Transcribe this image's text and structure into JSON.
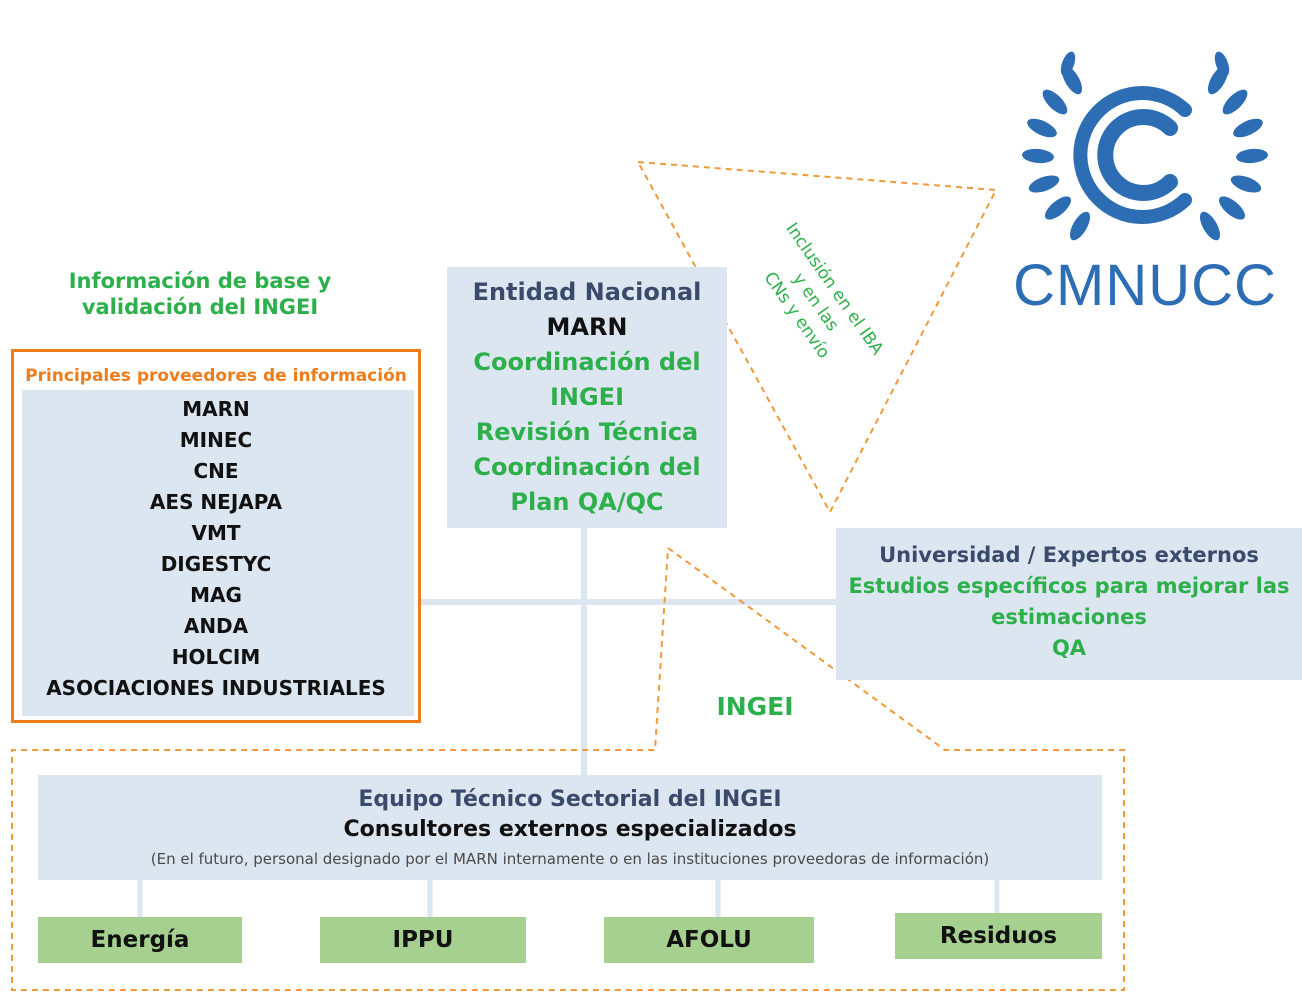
{
  "header_green": {
    "line1": "Información de base y",
    "line2": "validación del INGEI"
  },
  "providers": {
    "title": "Principales proveedores de información",
    "items": [
      "MARN",
      "MINEC",
      "CNE",
      "AES NEJAPA",
      "VMT",
      "DIGESTYC",
      "MAG",
      "ANDA",
      "HOLCIM",
      "ASOCIACIONES INDUSTRIALES"
    ]
  },
  "entity": {
    "line1": "Entidad Nacional",
    "line2": "MARN",
    "line3": "Coordinación del",
    "line4": "INGEI",
    "line5": "Revisión Técnica",
    "line6": "Coordinación del",
    "line7": "Plan QA/QC"
  },
  "triangle_label": {
    "line1": "Inclusión en el IBA",
    "line2": "y en las",
    "line3": "CNs y envío"
  },
  "logo": {
    "text": "CMNUCC",
    "color": "#2d6db3"
  },
  "university": {
    "line1": "Universidad / Expertos externos",
    "line2": "Estudios específicos para mejorar las",
    "line3": "estimaciones",
    "line4": "QA"
  },
  "ingei_label": "INGEI",
  "team": {
    "line1": "Equipo Técnico Sectorial del INGEI",
    "line2": "Consultores externos especializados",
    "note": "(En el futuro, personal designado por el MARN internamente o en las instituciones proveedoras de información)"
  },
  "sectors": [
    "Energía",
    "IPPU",
    "AFOLU",
    "Residuos"
  ],
  "colors": {
    "green": "#2db04b",
    "navy": "#3a4a6b",
    "orange": "#ef7d1a",
    "box_blue": "#dce6f0",
    "sector_green": "#a6d08f",
    "logo_blue": "#2d6db3"
  }
}
